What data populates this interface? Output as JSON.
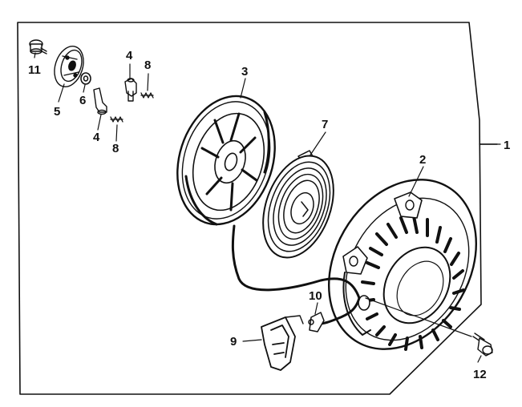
{
  "colors": {
    "ink": "#111111",
    "background": "#ffffff"
  },
  "callouts": {
    "c1": "1",
    "c2": "2",
    "c3": "3",
    "c4a": "4",
    "c4b": "4",
    "c5": "5",
    "c6": "6",
    "c7": "7",
    "c8a": "8",
    "c8b": "8",
    "c9": "9",
    "c10": "10",
    "c11": "11",
    "c12": "12"
  },
  "parts": [
    {
      "ref": "1",
      "name": "starter-assembly"
    },
    {
      "ref": "2",
      "name": "starter-case"
    },
    {
      "ref": "3",
      "name": "reel"
    },
    {
      "ref": "4",
      "name": "ratchet"
    },
    {
      "ref": "5",
      "name": "ratchet-guide"
    },
    {
      "ref": "6",
      "name": "friction-spring-washer"
    },
    {
      "ref": "7",
      "name": "recoil-spring"
    },
    {
      "ref": "8",
      "name": "ratchet-spring"
    },
    {
      "ref": "9",
      "name": "starter-grip"
    },
    {
      "ref": "10",
      "name": "rope-clip"
    },
    {
      "ref": "11",
      "name": "setting-bolt"
    },
    {
      "ref": "12",
      "name": "flange-bolt"
    }
  ]
}
